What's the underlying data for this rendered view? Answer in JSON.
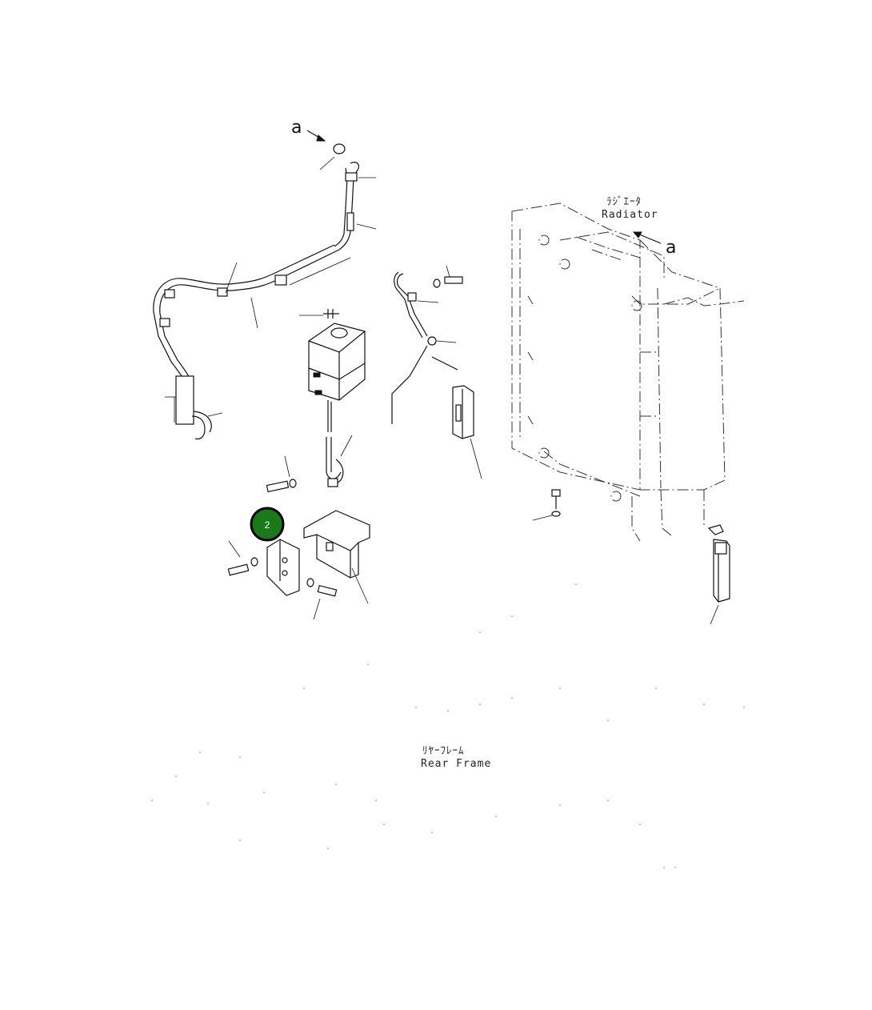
{
  "labels": {
    "ref_a_top": "a",
    "ref_a_right": "a",
    "radiator_jp": "ﾗｼﾞｴｰﾀ",
    "radiator_en": "Radiator",
    "rear_frame_jp": "ﾘﾔｰﾌﾚｰﾑ",
    "rear_frame_en": "Rear Frame"
  },
  "hotspot": {
    "number": "2",
    "color": "#1a7a1a",
    "border_color": "#000000"
  }
}
